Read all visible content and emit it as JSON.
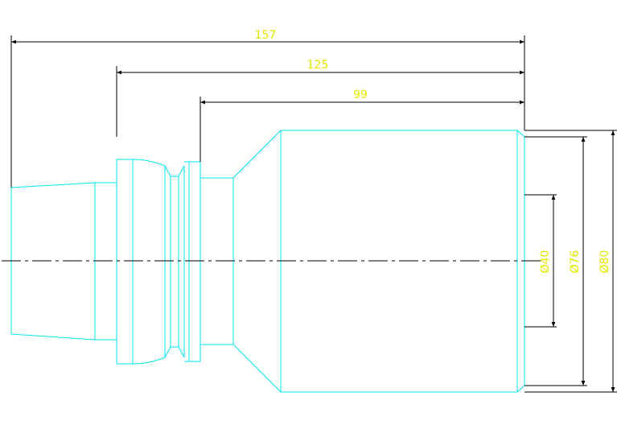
{
  "colors": {
    "background": "#ffffff",
    "part_outline": "#00e5ee",
    "dimension_line": "#000000",
    "dimension_text": "#e6e600",
    "centerline": "#000000"
  },
  "dimensions": {
    "overall_length": "157",
    "length_to_shoulder": "125",
    "length_to_body": "99",
    "dia_bore": "Ø40",
    "dia_inner": "Ø76",
    "dia_outer": "Ø80"
  }
}
